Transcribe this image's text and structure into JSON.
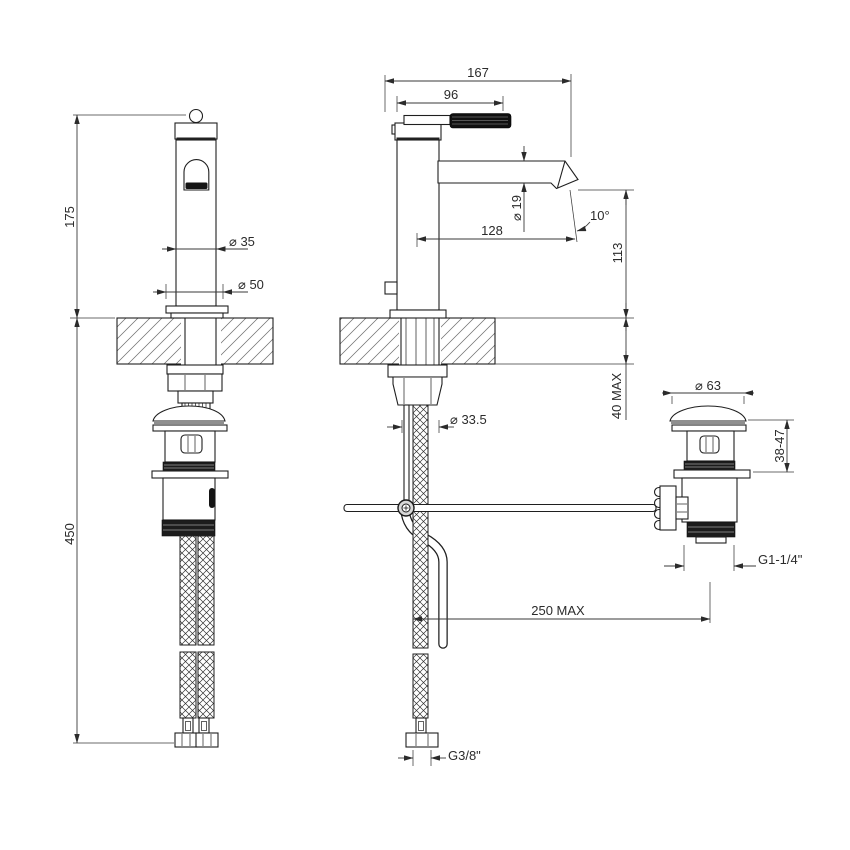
{
  "drawing": {
    "type": "technical-drawing",
    "subject": "single-lever basin mixer faucet with pop-up waste, front and side views",
    "line_color": "#1f1f1f",
    "background": "#ffffff",
    "dimensions": {
      "total_height": "175",
      "hose_length": "450",
      "body_diameter": "⌀ 35",
      "base_diameter": "⌀ 50",
      "total_depth": "167",
      "handle_length": "96",
      "spout_diameter": "⌀ 19",
      "spout_reach": "128",
      "spout_angle": "10°",
      "spout_height": "113",
      "hole_diameter": "⌀ 33.5",
      "counter_thickness": "40 MAX",
      "drain_cap_diameter": "⌀ 63",
      "drain_clamp_range": "38-47",
      "drain_thread": "G1-1/4\"",
      "max_drain_distance": "250 MAX",
      "supply_thread": "G3/8\""
    }
  }
}
